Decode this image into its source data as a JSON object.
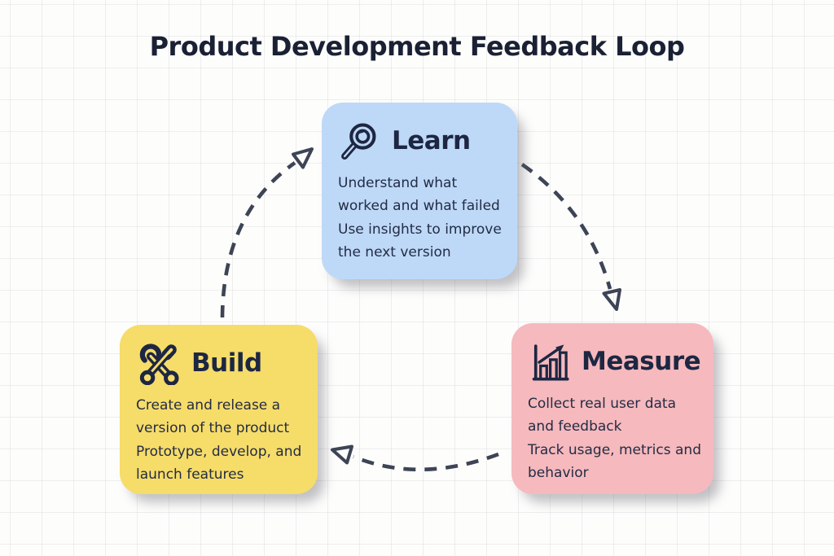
{
  "title": "Product Development Feedback Loop",
  "cards": {
    "learn": {
      "label": "Learn",
      "icon": "magnifier-icon",
      "color": "#bed9f7",
      "lines": [
        "Understand what worked and what failed",
        "Use insights to improve the next version"
      ]
    },
    "measure": {
      "label": "Measure",
      "icon": "bar-chart-growth-icon",
      "color": "#f6b9bd",
      "lines": [
        "Collect real user data and feedback",
        "Track usage, metrics and behavior"
      ]
    },
    "build": {
      "label": "Build",
      "icon": "crossed-tools-icon",
      "color": "#f6dc69",
      "lines": [
        "Create and release a version of the product",
        "Prototype, develop, and launch features"
      ]
    }
  },
  "arrows": [
    {
      "from": "Learn",
      "to": "Measure",
      "style": "dashed-curve"
    },
    {
      "from": "Measure",
      "to": "Build",
      "style": "dashed-curve"
    },
    {
      "from": "Build",
      "to": "Learn",
      "style": "dashed-curve"
    }
  ],
  "colors": {
    "background": "#fdfdfc",
    "grid_line": "#e9e9ec",
    "text": "#1d2742",
    "arrow": "#3d4455",
    "learn_card": "#bed9f7",
    "build_card": "#f6dc69",
    "measure_card": "#f6b9bd"
  }
}
